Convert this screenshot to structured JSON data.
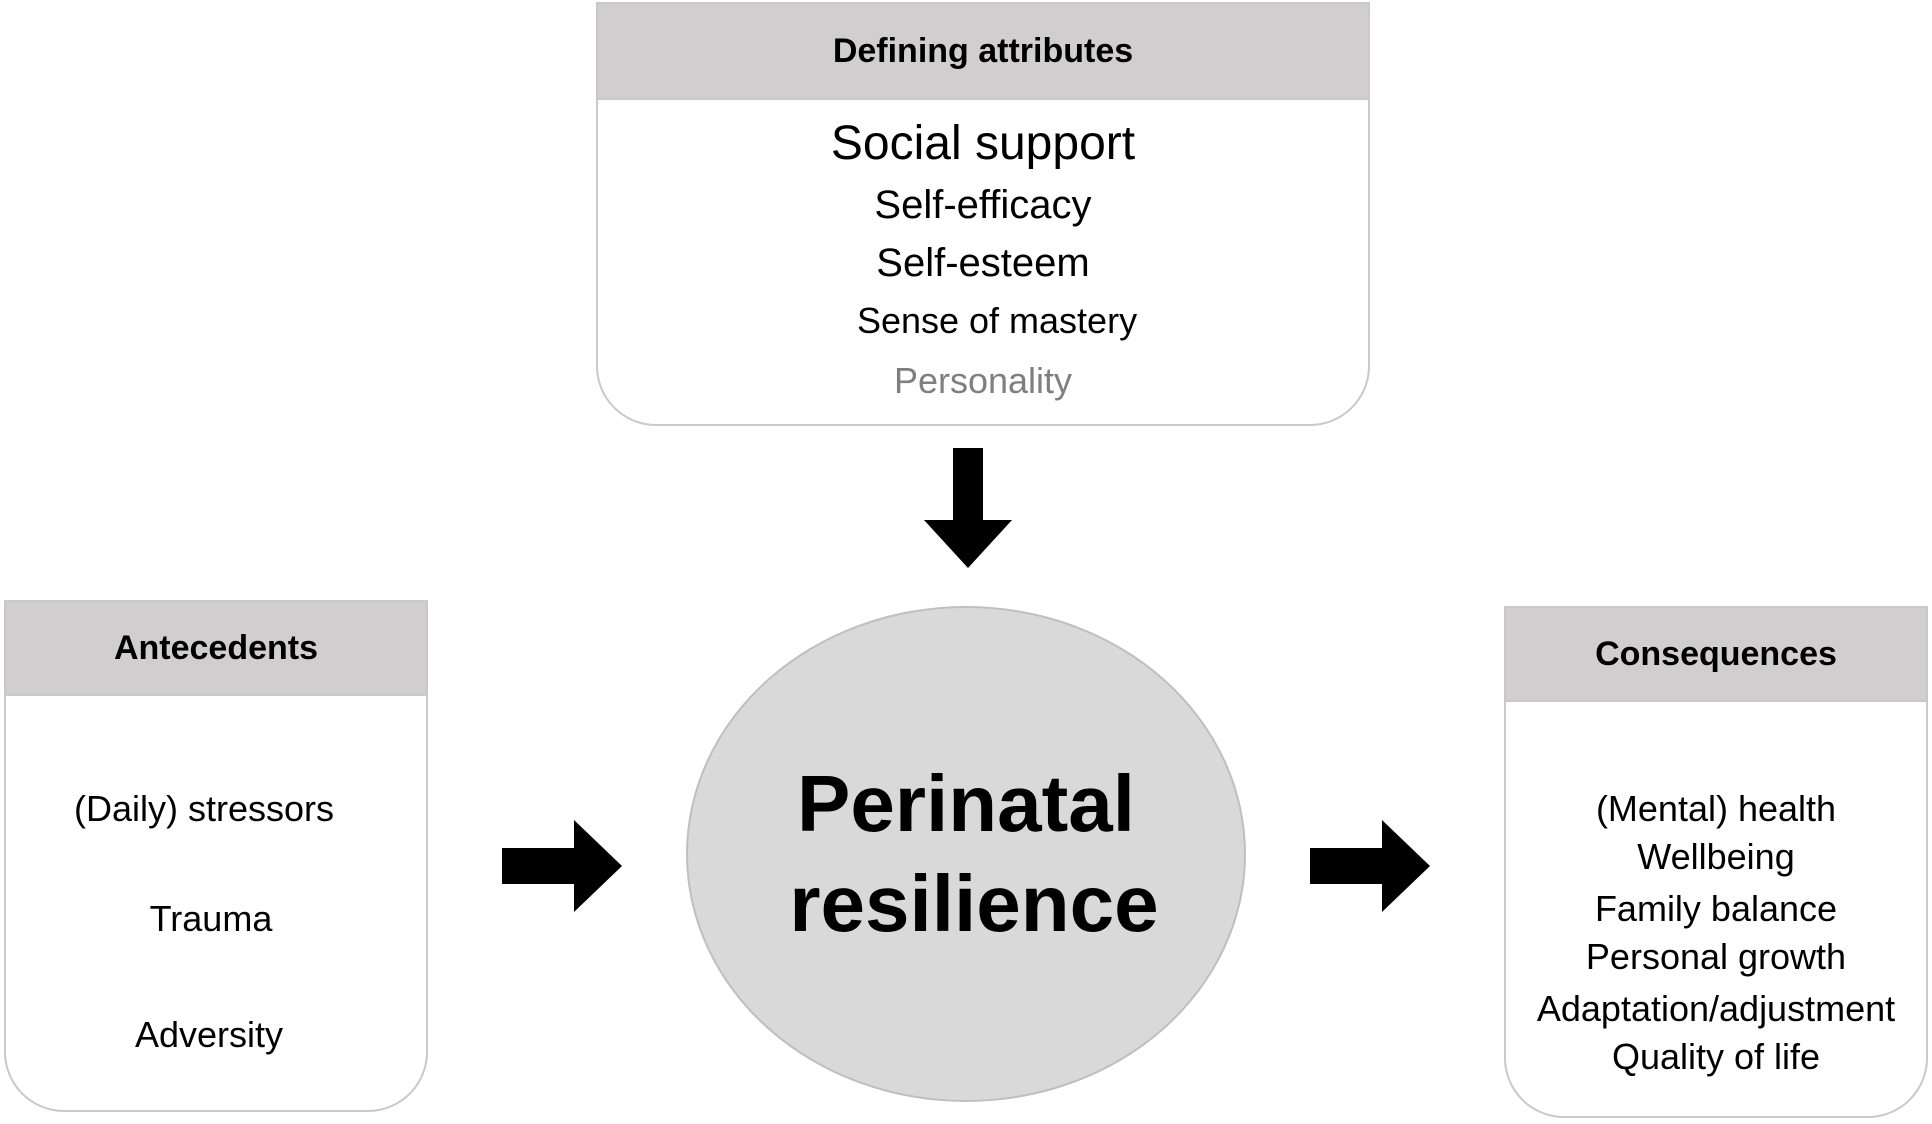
{
  "defining": {
    "header": "Defining attributes",
    "items": [
      {
        "label": "Social support"
      },
      {
        "label": "Self-efficacy"
      },
      {
        "label": "Self-esteem"
      },
      {
        "label": "Sense of mastery"
      },
      {
        "label": "Personality"
      }
    ]
  },
  "antecedents": {
    "header": "Antecedents",
    "items": [
      {
        "label": "(Daily) stressors"
      },
      {
        "label": "Trauma"
      },
      {
        "label": "Adversity"
      }
    ]
  },
  "consequences": {
    "header": "Consequences",
    "items": [
      {
        "label": "(Mental) health"
      },
      {
        "label": "Wellbeing"
      },
      {
        "label": "Family balance"
      },
      {
        "label": "Personal growth"
      },
      {
        "label": "Adaptation/adjustment"
      },
      {
        "label": "Quality of life"
      }
    ]
  },
  "center": {
    "line1": "Perinatal",
    "line2": "resilience"
  },
  "colors": {
    "header_fill": "#d0cece",
    "circle_fill": "#d9d9d9",
    "arrow": "#000000",
    "personality_text": "#7f7f7f"
  }
}
